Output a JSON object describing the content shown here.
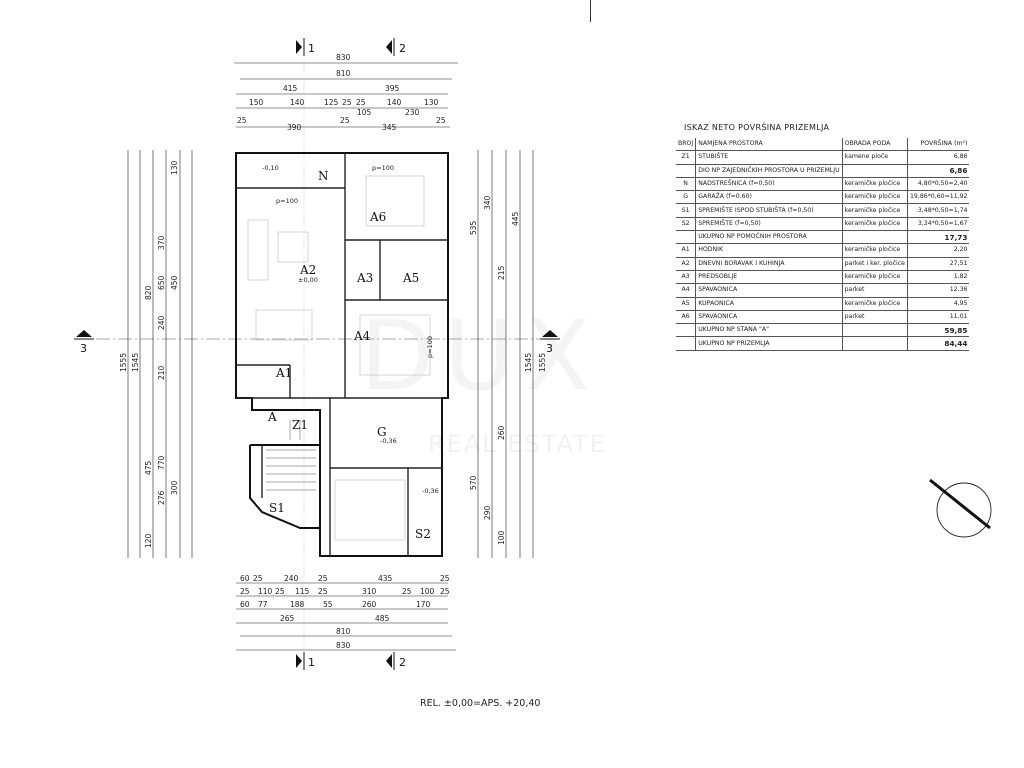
{
  "watermark": {
    "logo": "DUX",
    "subtitle": "REAL ESTATE"
  },
  "sections": {
    "s1": "1",
    "s2": "2",
    "s3": "3"
  },
  "rooms": {
    "N": "N",
    "A6": "A6",
    "A2": "A2",
    "A3": "A3",
    "A5": "A5",
    "A4": "A4",
    "A1": "A1",
    "A": "A",
    "Z1": "Z1",
    "G": "G",
    "S1": "S1",
    "S2": "S2"
  },
  "levels": {
    "l1": "-0,10",
    "l2": "±0,00",
    "l3": "-0,36",
    "l4": "-0,36"
  },
  "notes": {
    "p100a": "p=100",
    "p100b": "p=100",
    "p100c": "p=100"
  },
  "dims_top": {
    "d830": "830",
    "d810": "810",
    "d415": "415",
    "d395": "395",
    "d150": "150",
    "d140a": "140",
    "d125a": "125",
    "d25a": "25",
    "d25b": "25",
    "d140b": "140",
    "d130": "130",
    "d25c": "25",
    "d390": "390",
    "d25d": "25",
    "d105": "105",
    "d345": "345",
    "d230": "230",
    "d25e": "25"
  },
  "dims_bottom": {
    "r1": [
      "60",
      "25",
      "240",
      "25",
      "435",
      "25"
    ],
    "r2": [
      "25",
      "110",
      "25",
      "115",
      "25",
      "310",
      "25",
      "100",
      "25"
    ],
    "r3": [
      "60",
      "77",
      "188",
      "55",
      "260",
      "170"
    ],
    "r4": [
      "265",
      "485"
    ],
    "d810": "810",
    "d830": "830"
  },
  "dims_left": [
    "1555",
    "1545",
    "820",
    "475",
    "650",
    "770",
    "450",
    "370",
    "240",
    "210",
    "276",
    "130",
    "300",
    "120"
  ],
  "dims_right": [
    "535",
    "445",
    "1545",
    "1555",
    "340",
    "570",
    "290",
    "260",
    "215",
    "100"
  ],
  "table": {
    "title": "ISKAZ NETO POVRŠINA PRIZEMLJA",
    "headers": [
      "BROJ",
      "NAMJENA PROSTORA",
      "OBRADA PODA",
      "POVRŠINA (m²)"
    ],
    "rows": [
      {
        "type": "row",
        "cells": [
          "Z1",
          "STUBIŠTE",
          "kamene ploče",
          "6,86"
        ]
      },
      {
        "type": "total",
        "cells": [
          "",
          "DIO NP ZAJEDNIČKIH PROSTORA U PRIZEMLJU",
          "",
          "6,86"
        ]
      },
      {
        "type": "row",
        "cells": [
          "N",
          "NADSTREŠNICA (f=0,50)",
          "keramičke pločice",
          "4,80*0,50=2,40"
        ]
      },
      {
        "type": "row",
        "cells": [
          "G",
          "GARAŽA (f=0,60)",
          "keramičke pločice",
          "19,86*0,60=11,92"
        ]
      },
      {
        "type": "row",
        "cells": [
          "S1",
          "SPREMIŠTE ISPOD STUBIŠTA (f=0,50)",
          "keramičke pločice",
          "3,48*0,50=1,74"
        ]
      },
      {
        "type": "row",
        "cells": [
          "S2",
          "SPREMIŠTE (f=0,50)",
          "keramičke pločice",
          "3,34*0,50=1,67"
        ]
      },
      {
        "type": "total",
        "cells": [
          "",
          "UKUPNO NP POMOĆNIH PROSTORA",
          "",
          "17,73"
        ]
      },
      {
        "type": "row",
        "cells": [
          "A1",
          "HODNIK",
          "keramičke pločice",
          "2,20"
        ]
      },
      {
        "type": "row",
        "cells": [
          "A2",
          "DNEVNI BORAVAK I KUHINJA",
          "parket i ker. pločice",
          "27,51"
        ]
      },
      {
        "type": "row",
        "cells": [
          "A3",
          "PREDSOBLJE",
          "keramičke pločice",
          "1,82"
        ]
      },
      {
        "type": "row",
        "cells": [
          "A4",
          "SPAVAONICA",
          "parket",
          "12,36"
        ]
      },
      {
        "type": "row",
        "cells": [
          "A5",
          "KUPAONICA",
          "keramičke pločice",
          "4,95"
        ]
      },
      {
        "type": "row",
        "cells": [
          "A6",
          "SPAVAONICA",
          "parket",
          "11,01"
        ]
      },
      {
        "type": "total",
        "cells": [
          "",
          "UKUPNO NP STANA \"A\"",
          "",
          "59,85"
        ]
      },
      {
        "type": "total",
        "cells": [
          "",
          "UKUPNO NP PRIZEMLJA",
          "",
          "84,44"
        ]
      }
    ]
  },
  "reference": "REL. ±0,00=APS. +20,40"
}
